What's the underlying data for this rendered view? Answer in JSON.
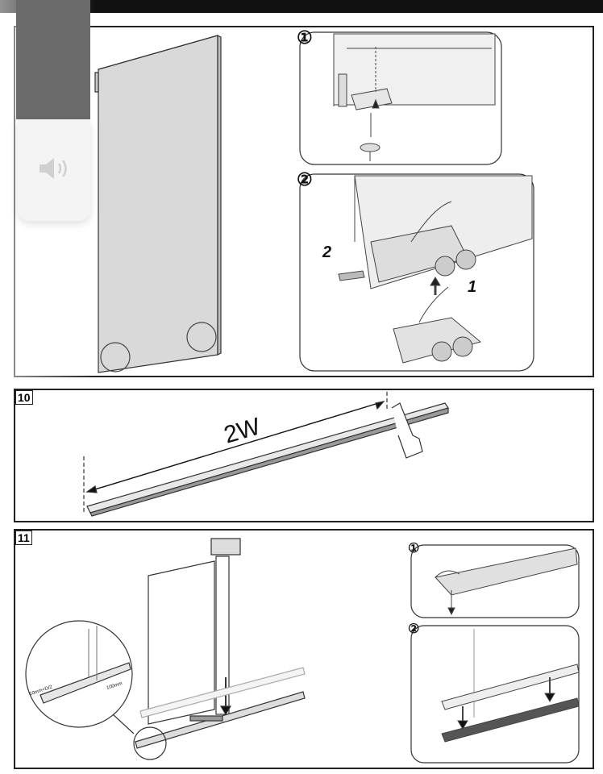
{
  "top": {
    "step_circled": [
      "①",
      "②"
    ],
    "dimension_text": [
      "2",
      "1"
    ]
  },
  "step10": {
    "number": "10",
    "dimension": "2W"
  },
  "step11": {
    "number": "11",
    "inset_circled": [
      "①",
      "②"
    ],
    "magnifier_labels": [
      "10mm+D/2",
      "100mm"
    ]
  },
  "overlay": {
    "icon": "speaker-icon"
  }
}
